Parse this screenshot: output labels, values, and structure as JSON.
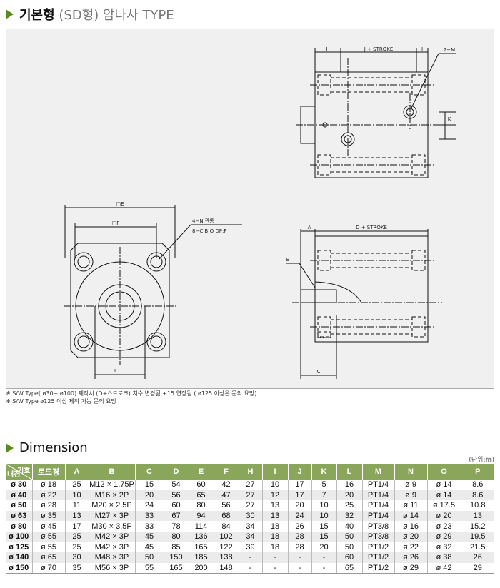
{
  "title": {
    "bold": "기본형",
    "rest": "(SD형) 암나사 TYPE"
  },
  "drawing": {
    "labels": {
      "h": "H",
      "j_stroke": "J + STROKE",
      "i": "I",
      "two_m": "2−M",
      "k": "K",
      "e": "□E",
      "f": "□F",
      "n_note": "4−N 관통",
      "c_note": "8−C,B:O  DP:P",
      "l": "L",
      "a": "A",
      "d_stroke": "D + STROKE",
      "b": "B",
      "c": "C"
    }
  },
  "notes": [
    "※ S/W Type( ø30~ ø100) 제작시 (D+스트로크) 치수 변경됨 +15 연장됨 ( ø125 이상은 문의 요망)",
    "※ S/W Type  ø125 이상 제작 가능 문의 요망"
  ],
  "dimension": {
    "title": "Dimension",
    "unit": "(단위:㎜)",
    "corner": {
      "top": "기호",
      "bottom": "내경"
    },
    "headers": [
      "로드경",
      "A",
      "B",
      "C",
      "D",
      "E",
      "F",
      "H",
      "I",
      "J",
      "K",
      "L",
      "M",
      "N",
      "O",
      "P"
    ],
    "rows": [
      [
        "ø 30",
        "ø 18",
        "25",
        "M12 × 1.75P",
        "15",
        "54",
        "60",
        "42",
        "27",
        "10",
        "17",
        "5",
        "16",
        "PT1/4",
        "ø 9",
        "ø 14",
        "8.6"
      ],
      [
        "ø 40",
        "ø 22",
        "10",
        "M16 × 2P",
        "20",
        "56",
        "65",
        "47",
        "27",
        "12",
        "17",
        "7",
        "20",
        "PT1/4",
        "ø 9",
        "ø 14",
        "8.6"
      ],
      [
        "ø 50",
        "ø 28",
        "11",
        "M20 × 2.5P",
        "24",
        "60",
        "80",
        "56",
        "27",
        "13",
        "20",
        "10",
        "25",
        "PT1/4",
        "ø 11",
        "ø 17.5",
        "10.8"
      ],
      [
        "ø 63",
        "ø 35",
        "13",
        "M27 × 3P",
        "33",
        "67",
        "94",
        "68",
        "30",
        "13",
        "24",
        "10",
        "32",
        "PT1/4",
        "ø 14",
        "ø 20",
        "13"
      ],
      [
        "ø 80",
        "ø 45",
        "17",
        "M30 × 3.5P",
        "33",
        "78",
        "114",
        "84",
        "34",
        "18",
        "26",
        "15",
        "40",
        "PT3/8",
        "ø 16",
        "ø 23",
        "15.2"
      ],
      [
        "ø 100",
        "ø 55",
        "25",
        "M42 × 3P",
        "45",
        "80",
        "136",
        "102",
        "34",
        "18",
        "28",
        "15",
        "50",
        "PT3/8",
        "ø 20",
        "ø 29",
        "19.5"
      ],
      [
        "ø 125",
        "ø 55",
        "25",
        "M42 × 3P",
        "45",
        "85",
        "165",
        "122",
        "39",
        "18",
        "28",
        "20",
        "50",
        "PT1/2",
        "ø 22",
        "ø 32",
        "21.5"
      ],
      [
        "ø 140",
        "ø 65",
        "30",
        "M48 × 3P",
        "50",
        "150",
        "185",
        "138",
        "-",
        "-",
        "-",
        "-",
        "60",
        "PT1/2",
        "ø 26",
        "ø 38",
        "26"
      ],
      [
        "ø 150",
        "ø 70",
        "35",
        "M56 × 3P",
        "55",
        "165",
        "200",
        "148",
        "-",
        "-",
        "-",
        "-",
        "65",
        "PT1/2",
        "ø 29",
        "ø 42",
        "29"
      ]
    ]
  }
}
